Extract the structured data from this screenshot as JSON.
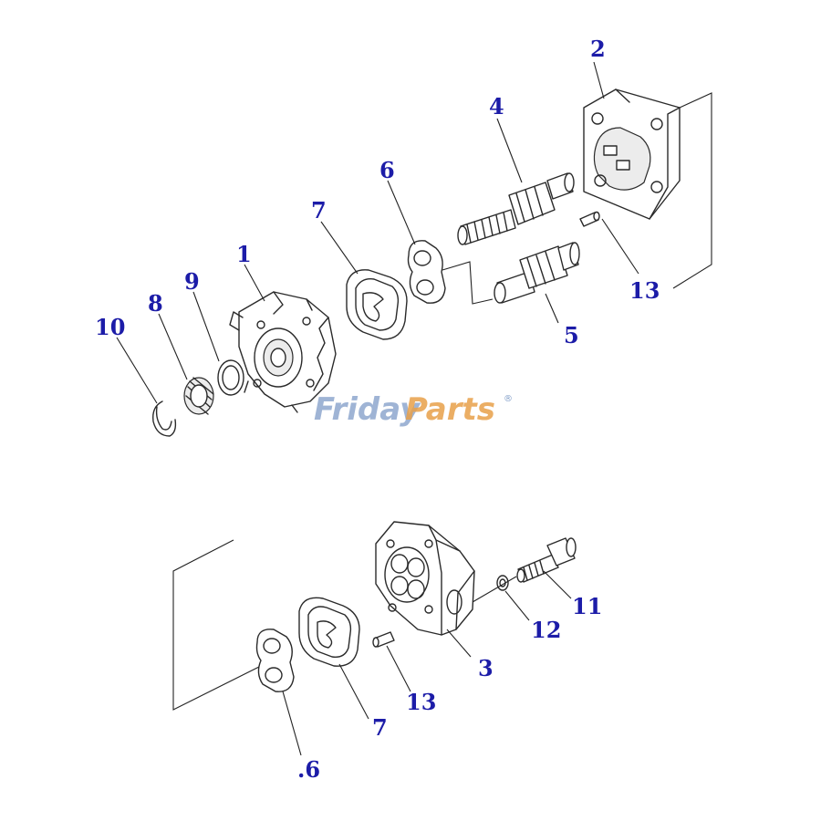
{
  "callouts": {
    "c1": "1",
    "c2": "2",
    "c3": "3",
    "c4": "4",
    "c5": "5",
    "c6_top": "6",
    "c6_bottom": ".6",
    "c7_top": "7",
    "c7_bottom": "7",
    "c8": "8",
    "c9": "9",
    "c10": "10",
    "c11": "11",
    "c12": "12",
    "c13_top": "13",
    "c13_bottom": "13"
  },
  "watermark": {
    "part1": "Friday",
    "part2": "Parts",
    "mark": "®"
  },
  "colors": {
    "callout": "#1c1ca8",
    "line": "#2a2a2a",
    "watermark_blue": "#7f9cc7",
    "watermark_orange": "#e8a14a"
  }
}
